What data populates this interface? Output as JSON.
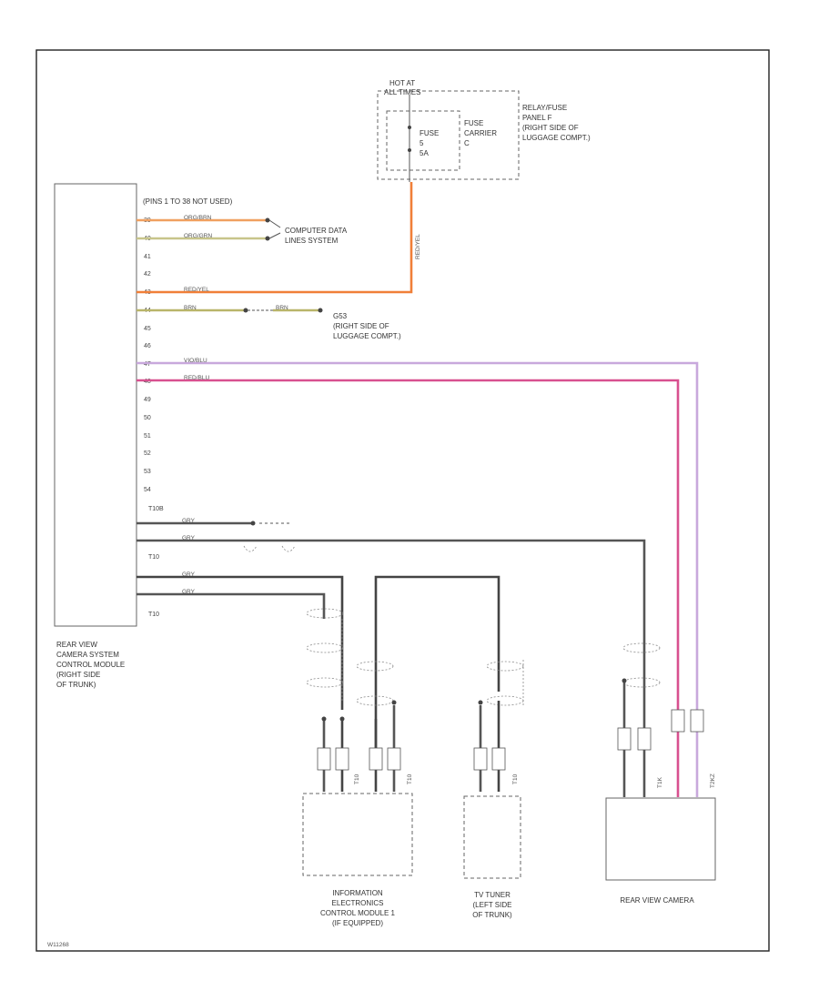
{
  "colors": {
    "orange": "#f0a060",
    "green_wire": "#b9b56a",
    "red_orange": "#f07f38",
    "violet_blue": "#c8a8dc",
    "red_violet": "#d8508f",
    "grey": "#777777",
    "dark": "#444444"
  },
  "fuse_panel": {
    "hot_label_1": "HOT AT",
    "hot_label_2": "ALL TIMES",
    "fuse_label": "FUSE",
    "fuse_num": "5",
    "fuse_amp": "5A",
    "carrier_label_1": "FUSE",
    "carrier_label_2": "CARRIER",
    "carrier_label_3": "C",
    "panel_label_1": "RELAY/FUSE",
    "panel_label_2": "PANEL F",
    "panel_label_3": "(RIGHT SIDE OF",
    "panel_label_4": "LUGGAGE COMPT.)",
    "wire_label": "RED/YEL"
  },
  "module": {
    "name_1": "REAR VIEW",
    "name_2": "CAMERA SYSTEM",
    "name_3": "CONTROL MODULE",
    "name_4": "(RIGHT SIDE",
    "name_5": "OF TRUNK)",
    "pins_note": "(PINS 1 TO 38 NOT USED)",
    "pins": [
      "39",
      "40",
      "41",
      "42",
      "43",
      "44",
      "45",
      "46",
      "47",
      "48",
      "49",
      "50",
      "51",
      "52",
      "53",
      "54"
    ],
    "conn_t1": "T10B",
    "conn_t2": "T10",
    "conn_t3": "T10"
  },
  "wires": {
    "w39": "ORG/BRN",
    "w40": "ORG/GRN",
    "w43": "RED/YEL",
    "w44a": "BRN",
    "w44b": "BRN",
    "w47": "VIO/BLU",
    "w48": "RED/BLU",
    "c1a": "GRY",
    "c1b": "GRY",
    "c2a": "GRY",
    "c2b": "GRY"
  },
  "dest": {
    "computer_1": "COMPUTER DATA",
    "computer_2": "LINES SYSTEM",
    "ground_1": "G53",
    "ground_2": "(RIGHT SIDE OF",
    "ground_3": "LUGGAGE COMPT.)"
  },
  "components": {
    "info_1": "INFORMATION",
    "info_2": "ELECTRONICS",
    "info_3": "CONTROL MODULE 1",
    "info_4": "(IF EQUIPPED)",
    "info_conn_1": "T10",
    "info_conn_2": "T10",
    "tv_1": "TV TUNER",
    "tv_2": "(LEFT SIDE",
    "tv_3": "OF TRUNK)",
    "tv_conn": "T10",
    "cam_1": "REAR VIEW CAMERA",
    "cam_conn_1": "T1K",
    "cam_conn_2": "T2KZ"
  },
  "footer": {
    "code": "W11268"
  }
}
